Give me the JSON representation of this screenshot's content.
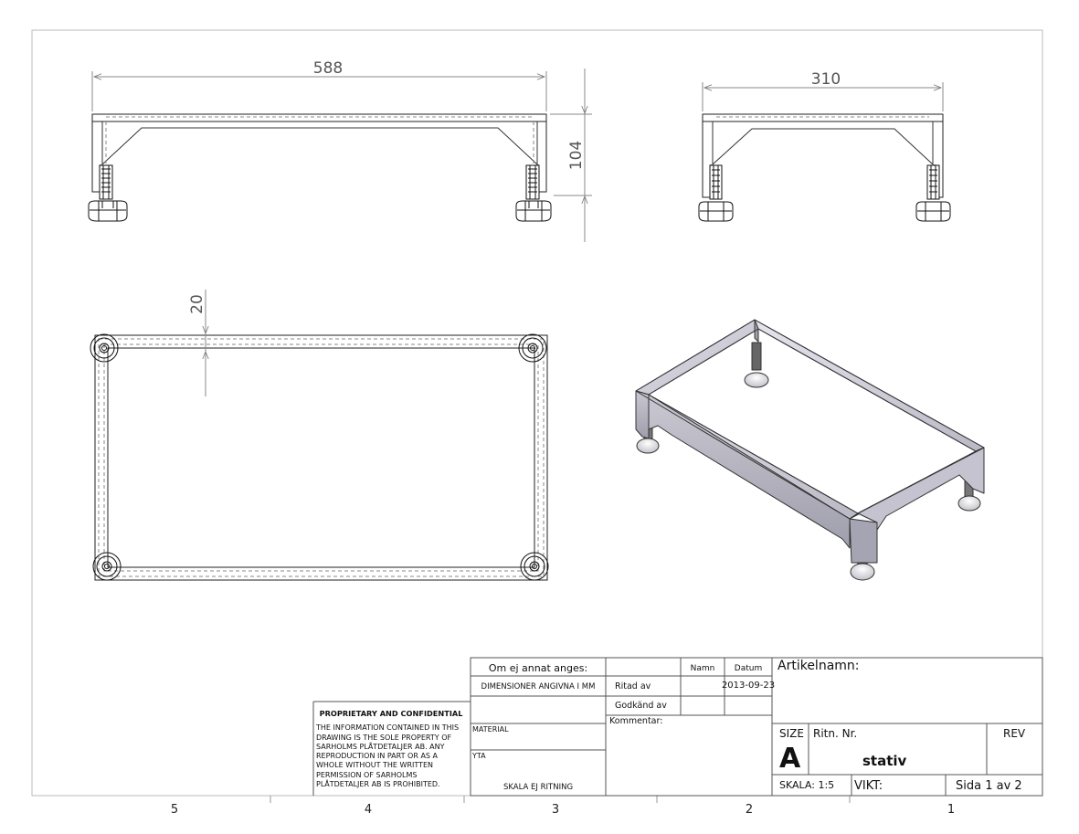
{
  "views": {
    "front": {
      "width_dim": "588",
      "height_dim": "104"
    },
    "side": {
      "width_dim": "310"
    },
    "top": {
      "tube_dim": "20"
    }
  },
  "title_block": {
    "om_ej": "Om ej annat anges:",
    "dimensioner": "DIMENSIONER ANGIVNA I MM",
    "namn_header": "Namn",
    "datum_header": "Datum",
    "ritad_av": "Ritad av",
    "ritad_datum": "2013-09-23",
    "godkand_av": "Godkänd av",
    "kommentar": "Kommentar:",
    "material": "MATERIAL",
    "yta": "YTA",
    "skala_ej": "SKALA EJ RITNING",
    "artikelnamn": "Artikelnamn:",
    "size_label": "SIZE",
    "size_value": "A",
    "ritn_nr_label": "Ritn. Nr.",
    "ritn_nr_value": "stativ",
    "rev_label": "REV",
    "skala": "SKALA: 1:5",
    "vikt": "VIKT:",
    "sida": "Sida 1 av 2"
  },
  "proprietary": {
    "heading": "PROPRIETARY AND CONFIDENTIAL",
    "text": "THE INFORMATION CONTAINED IN THIS DRAWING IS THE SOLE PROPERTY OF SARHOLMS PLÅTDETALJER AB.  ANY REPRODUCTION IN PART OR AS A WHOLE WITHOUT THE WRITTEN PERMISSION OF SARHOLMS PLÅTDETALJER AB IS PROHIBITED."
  },
  "zones": [
    "5",
    "4",
    "3",
    "2",
    "1"
  ]
}
